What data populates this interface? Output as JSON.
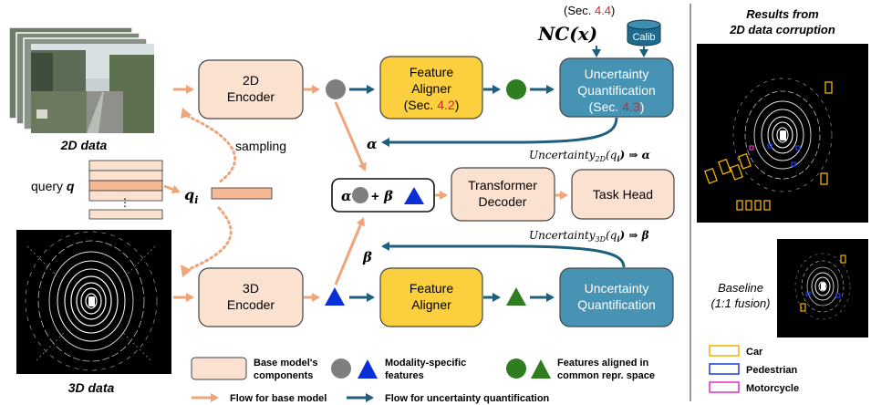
{
  "colors": {
    "base_box": "#fbe1d0",
    "aligner_box": "#fbcf3d",
    "uq_box": "#4793b4",
    "teal_arrow": "#1f5f7d",
    "salmon_arrow": "#f0a47a",
    "feature_gray": "#7f7f7f",
    "feature_blue": "#0a2fd6",
    "feature_green": "#2e7d1e",
    "calib_db": "#1e6a8d",
    "car": "#f2b200",
    "pedestrian": "#1d3be0",
    "motorcycle": "#e22ec0"
  },
  "left": {
    "data_2d_label": "2D data",
    "data_3d_label": "3D data",
    "query_label": "query",
    "query_symbol": "q",
    "query_dots": "⋮",
    "sampling_label": "sampling",
    "qi_label": "q",
    "qi_sub": "i"
  },
  "boxes": {
    "encoder_2d": [
      "2D",
      "Encoder"
    ],
    "encoder_3d": [
      "3D",
      "Encoder"
    ],
    "aligner_top": [
      "Feature",
      "Aligner",
      "(Sec. "
    ],
    "aligner_top_ref": "4.2",
    "aligner_top_close": ")",
    "aligner_bottom": [
      "Feature",
      "Aligner"
    ],
    "uq_top": [
      "Uncertainty",
      "Quantification",
      "(Sec. "
    ],
    "uq_top_ref": "4.3",
    "uq_top_close": ")",
    "uq_bottom": [
      "Uncertainty",
      "Quantification"
    ],
    "transformer": [
      "Transformer",
      "Decoder"
    ],
    "task_head": "Task Head",
    "calib": "Calib",
    "nc_label": "NC(x)",
    "nc_sec_prefix": "(Sec. ",
    "nc_sec_ref": "4.4",
    "nc_sec_close": ")"
  },
  "fusion": {
    "alpha": "α",
    "beta": "β",
    "plus": "+"
  },
  "equations": {
    "uncert_2d_prefix": "Uncertainty",
    "uncert_2d_sub": "2D",
    "uncert_2d_arg": "(q",
    "uncert_2d_argsub": "i",
    "uncert_2d_result": ") ⇒ α",
    "uncert_3d_prefix": "Uncertainty",
    "uncert_3d_sub": "3D",
    "uncert_3d_arg": "(q",
    "uncert_3d_argsub": "i",
    "uncert_3d_result": ") ⇒ β",
    "alpha_arrow_label": "α",
    "beta_arrow_label": "β"
  },
  "legend": {
    "base_components": [
      "Base model's",
      "components"
    ],
    "modality_features": [
      "Modality-specific",
      "features"
    ],
    "aligned_features": [
      "Features aligned in",
      "common repr. space"
    ],
    "flow_base": "Flow for base model",
    "flow_uq": "Flow for uncertainty quantification"
  },
  "right": {
    "results_title": [
      "Results from",
      "2D data corruption"
    ],
    "baseline_title": [
      "Baseline",
      "(1:1 fusion)"
    ],
    "legend_car": "Car",
    "legend_pedestrian": "Pedestrian",
    "legend_motorcycle": "Motorcycle"
  }
}
